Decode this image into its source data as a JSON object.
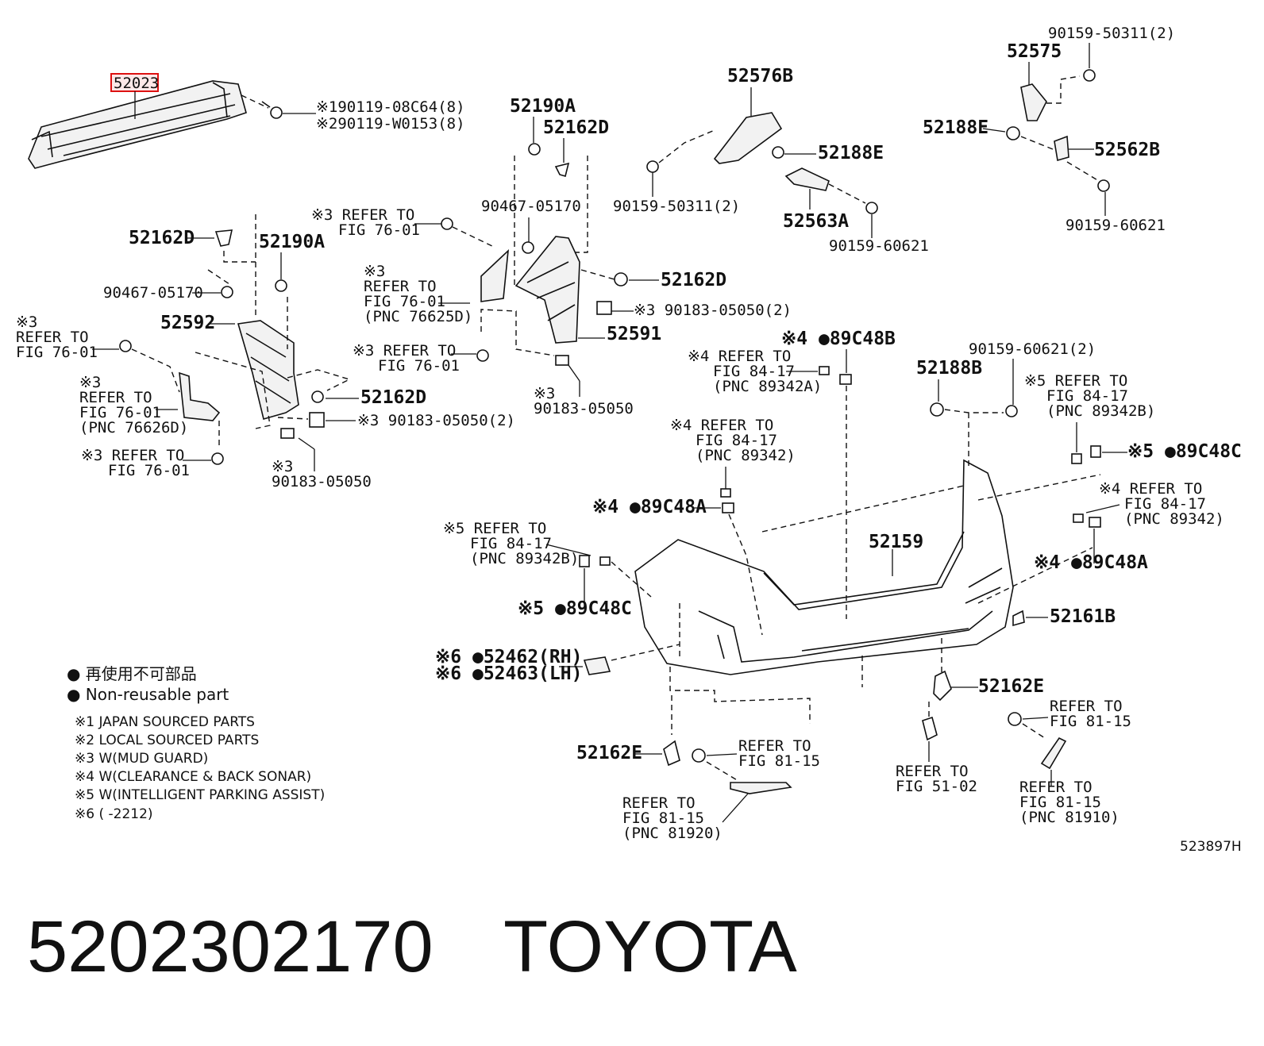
{
  "callouts": {
    "p52023": "52023",
    "p52023_fast1": "※190119-08C64(8)",
    "p52023_fast2": "※290119-W0153(8)",
    "p52190A_top": "52190A",
    "p52162D_top": "52162D",
    "p90467_top": "90467-05170",
    "p52576B": "52576B",
    "p52188E_mid": "52188E",
    "p90159_50311_mid": "90159-50311(2)",
    "p52563A": "52563A",
    "p90159_60621_mid": "90159-60621",
    "p90159_50311_tr": "90159-50311(2)",
    "p52575": "52575",
    "p52188E_tr": "52188E",
    "p52562B": "52562B",
    "p90159_60621_tr": "90159-60621",
    "ref3_a": [
      "※3 REFER TO",
      "FIG 76-01"
    ],
    "p52162D_left": "52162D",
    "p52190A_left": "52190A",
    "p90467_left": "90467-05170",
    "p52592": "52592",
    "ref3_b": [
      "※3",
      "REFER TO",
      "FIG 76-01"
    ],
    "ref3_c": [
      "※3",
      "REFER TO",
      "FIG 76-01",
      "(PNC 76625D)"
    ],
    "p52162D_right": "52162D",
    "p90183_2_right": "※3 90183-05050(2)",
    "p52591": "52591",
    "ref3_d": [
      "※3 REFER TO",
      "FIG 76-01"
    ],
    "p90183_right": [
      "※3",
      "90183-05050"
    ],
    "ref3_e": [
      "※3",
      "REFER TO",
      "FIG 76-01",
      "(PNC 76626D)"
    ],
    "p52162D_mid": "52162D",
    "p90183_2_left": "※3 90183-05050(2)",
    "ref3_f": [
      "※3 REFER TO",
      "FIG 76-01"
    ],
    "p90183_left": [
      "※3",
      "90183-05050"
    ],
    "p89C48B": "※4 ●89C48B",
    "ref4_a": [
      "※4 REFER TO",
      "FIG 84-17",
      "(PNC 89342A)"
    ],
    "p90159_60621_r": "90159-60621(2)",
    "p52188B": "52188B",
    "ref5_a": [
      "※5 REFER TO",
      "FIG 84-17",
      "(PNC 89342B)"
    ],
    "ref4_b": [
      "※4 REFER TO",
      "FIG 84-17",
      "(PNC 89342)"
    ],
    "p89C48C_r": "※5 ●89C48C",
    "p89C48A_l": "※4 ●89C48A",
    "ref4_c": [
      "※4 REFER TO",
      "FIG 84-17",
      "(PNC 89342)"
    ],
    "ref5_b": [
      "※5 REFER TO",
      "FIG 84-17",
      "(PNC 89342B)"
    ],
    "p52159": "52159",
    "p89C48A_r": "※4 ●89C48A",
    "p89C48C_l": "※5 ●89C48C",
    "p52161B": "52161B",
    "p52462": "※6 ●52462(RH)",
    "p52463": "※6 ●52463(LH)",
    "p52162E_r": "52162E",
    "ref_81_15_r": [
      "REFER TO",
      "FIG 81-15"
    ],
    "p52162E_l": "52162E",
    "ref_81_15_m": [
      "REFER TO",
      "FIG 81-15"
    ],
    "ref_51_02": [
      "REFER TO",
      "FIG 51-02"
    ],
    "ref_81920": [
      "REFER TO",
      "FIG 81-15",
      "(PNC 81920)"
    ],
    "ref_81910": [
      "REFER TO",
      "FIG 81-15",
      "(PNC 81910)"
    ]
  },
  "legend": {
    "dot_jp": "● 再使用不可部品",
    "dot_en": "● Non-reusable part",
    "n1": "※1 JAPAN SOURCED PARTS",
    "n2": "※2 LOCAL SOURCED PARTS",
    "n3": "※3 W(MUD GUARD)",
    "n4": "※4 W(CLEARANCE & BACK SONAR)",
    "n5": "※5 W(INTELLIGENT PARKING ASSIST)",
    "n6": "※6 (        -2212)"
  },
  "diagram_code": "523897H",
  "footer": {
    "part_number": "5202302170",
    "brand": "TOYOTA"
  },
  "highlight_color": "#d11111"
}
